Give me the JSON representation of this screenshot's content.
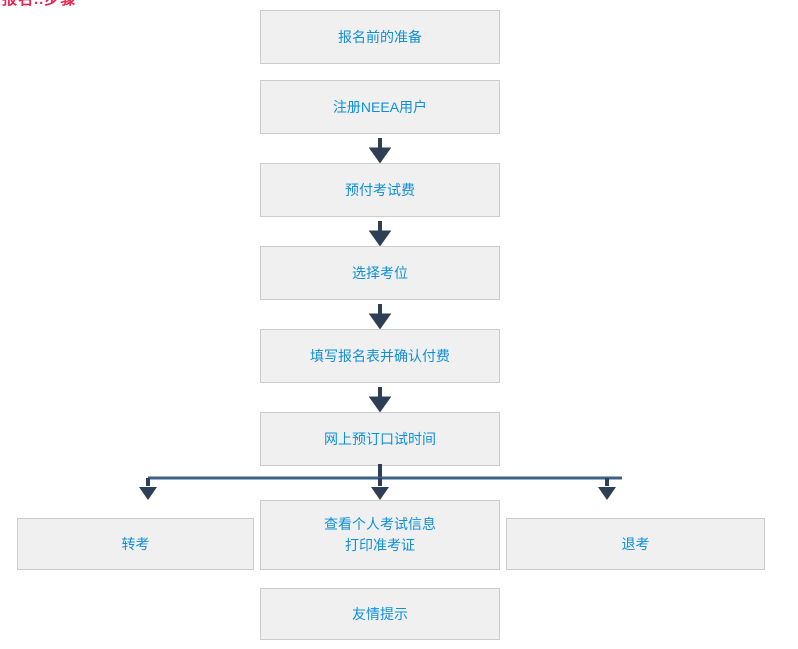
{
  "page": {
    "top_note": "报名..步骤",
    "accent_text_color": "#0f8fd8",
    "box_fill_color": "#f0f0f0",
    "box_border_color": "#cccccc",
    "arrow_color": "#2e3f55",
    "note_color": "#e8254e"
  },
  "flow": {
    "steps": [
      {
        "id": "step-1",
        "label": "报名前的准备"
      },
      {
        "id": "step-2",
        "label": "注册NEEA用户"
      },
      {
        "id": "step-3",
        "label": "预付考试费"
      },
      {
        "id": "step-4",
        "label": "选择考位"
      },
      {
        "id": "step-5",
        "label": "填写报名表并确认付费"
      },
      {
        "id": "step-6",
        "label": "网上预订口试时间"
      }
    ],
    "branch": {
      "left": {
        "id": "branch-left",
        "label": "转考"
      },
      "center": {
        "id": "branch-center",
        "label_line1": "查看个人考试信息",
        "label_line2": "打印准考证"
      },
      "right": {
        "id": "branch-right",
        "label": "退考"
      }
    },
    "footer": {
      "id": "step-footer",
      "label": "友情提示"
    }
  }
}
